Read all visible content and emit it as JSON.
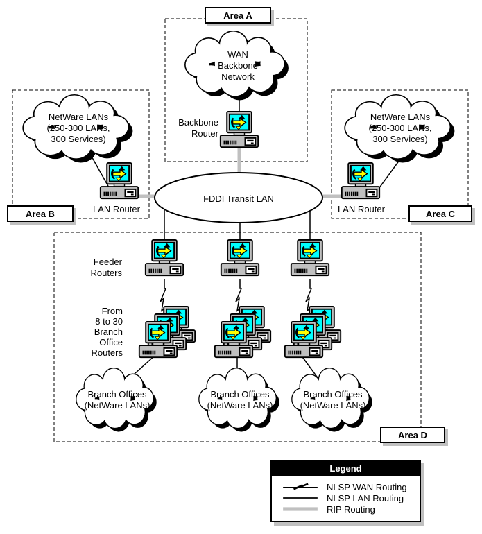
{
  "areas": {
    "a": {
      "label": "Area A"
    },
    "b": {
      "label": "Area B"
    },
    "c": {
      "label": "Area C"
    },
    "d": {
      "label": "Area D"
    }
  },
  "nodes": {
    "wan_cloud": {
      "text": "WAN\nBackbone\nNetwork"
    },
    "backbone_router": {
      "label": "Backbone\nRouter"
    },
    "netware_lans_b": {
      "text": "NetWare LANs\n(250-300 LANs,\n300 Services)"
    },
    "lan_router_b": {
      "label": "LAN Router"
    },
    "netware_lans_c": {
      "text": "NetWare LANs\n(250-300 LANs,\n300 Services)"
    },
    "lan_router_c": {
      "label": "LAN Router"
    },
    "fddi_ring": {
      "label": "FDDI Transit LAN"
    },
    "feeder_routers": {
      "label": "Feeder\nRouters"
    },
    "branch_office_routers": {
      "label": "From\n8 to 30\nBranch\nOffice\nRouters"
    },
    "branch_offices": {
      "text": "Branch Offices\n(NetWare LANs)"
    }
  },
  "legend": {
    "title": "Legend",
    "items": [
      {
        "label": "NLSP WAN Routing"
      },
      {
        "label": "NLSP LAN Routing"
      },
      {
        "label": "RIP Routing"
      }
    ]
  },
  "colors": {
    "screen_cyan": "#00FFFF",
    "arrow_yellow": "#FFFF00",
    "chassis_gray": "#C0C0C0",
    "rip_gray": "#C0C0C0",
    "shadow_gray": "#C0C0C0"
  }
}
